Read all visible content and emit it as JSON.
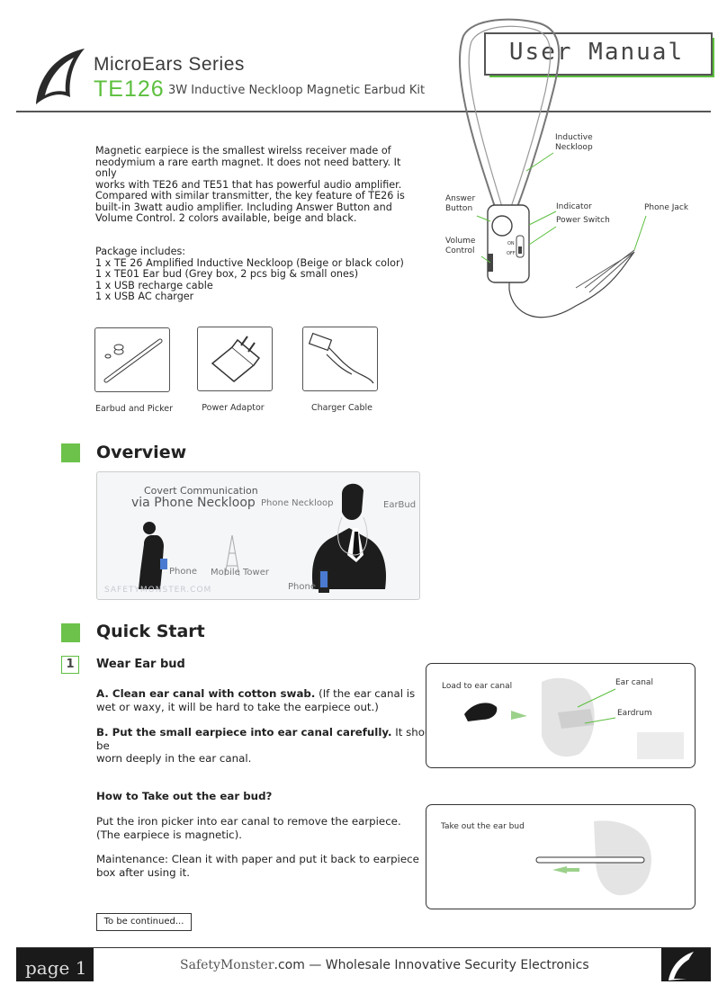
{
  "header": {
    "series": "MicroEars Series",
    "model": "TE126",
    "subtitle": "3W Inductive Neckloop Magnetic Earbud Kit",
    "manual_title": "User Manual"
  },
  "intro": {
    "p1": [
      "Magnetic earpiece is the smallest wirelss receiver made of",
      "neodymium a rare earth magnet. It does not need battery. It only",
      "works with TE26 and TE51 that has powerful audio amplifier."
    ],
    "p2": [
      "Compared with similar transmitter, the key feature of TE26 is",
      "built-in 3watt audio amplifier. Including Answer Button and",
      "Volume Control. 2 colors available, beige and black."
    ],
    "package_title": "Package includes:",
    "package_items": [
      "1 x TE 26 Amplified Inductive Neckloop (Beige or black color)",
      "1 x TE01 Ear bud (Grey box, 2 pcs big & small ones)",
      "1 x USB recharge cable",
      "1 x USB AC charger"
    ]
  },
  "diagram_labels": {
    "neckloop": [
      "Inductive",
      "Neckloop"
    ],
    "answer": [
      "Answer",
      "Button"
    ],
    "indicator": "Indicator",
    "power": "Power Switch",
    "jack": "Phone Jack",
    "volume": [
      "Volume",
      "Control"
    ],
    "on": "ON",
    "off": "OFF"
  },
  "package_images": [
    "Earbud and Picker",
    "Power Adaptor",
    "Charger Cable"
  ],
  "overview": {
    "title": "Overview",
    "img_title1": "Covert Communication",
    "img_title2": "via Phone Neckloop",
    "phone_neckloop": "Phone Neckloop",
    "earbud": "EarBud",
    "phone": "Phone",
    "tower": "Mobile Tower",
    "phone2": "Phone",
    "watermark": "SAFETYMONSTER.COM"
  },
  "quick_start": {
    "title": "Quick Start",
    "step_num": "1",
    "step_title": "Wear Ear bud",
    "a_bold": "A. Clean ear canal with cotton swab.",
    "a_rest": " (If the ear canal is",
    "a_line2": "wet or waxy, it will be hard to take the earpiece out.)",
    "b_bold": "B. Put the small earpiece into ear canal carefully.",
    "b_rest": " It should be",
    "b_line2": "worn deeply in the ear canal.",
    "how_title": "How to Take out the ear bud?",
    "how_p1": "Put the iron picker into ear canal to remove the earpiece.",
    "how_p2": " (The earpiece is magnetic).",
    "maint1": "Maintenance: Clean it with paper and put it back to earpiece",
    "maint2": "box after using it.",
    "img1_load": "Load to ear canal",
    "img1_canal": "Ear canal",
    "img1_drum": "Eardrum",
    "img2_take": "Take out the ear bud",
    "continued": "To be continued..."
  },
  "footer": {
    "page": "page 1",
    "brand": "SafetyMonster",
    "tagline": ".com — Wholesale Innovative Security Electronics"
  }
}
